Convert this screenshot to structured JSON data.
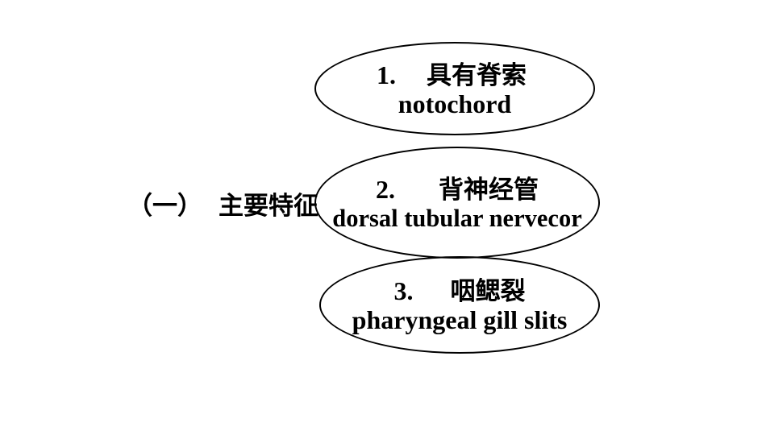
{
  "heading": {
    "prefix": "（一）",
    "label": "主要特征"
  },
  "features": [
    {
      "number": "1.",
      "chinese": "具有脊索",
      "english": "notochord"
    },
    {
      "number": "2.",
      "chinese": "背神经管",
      "english": "dorsal tubular nervecor"
    },
    {
      "number": "3.",
      "chinese": "咽鳃裂",
      "english": "pharyngeal gill slits"
    }
  ]
}
